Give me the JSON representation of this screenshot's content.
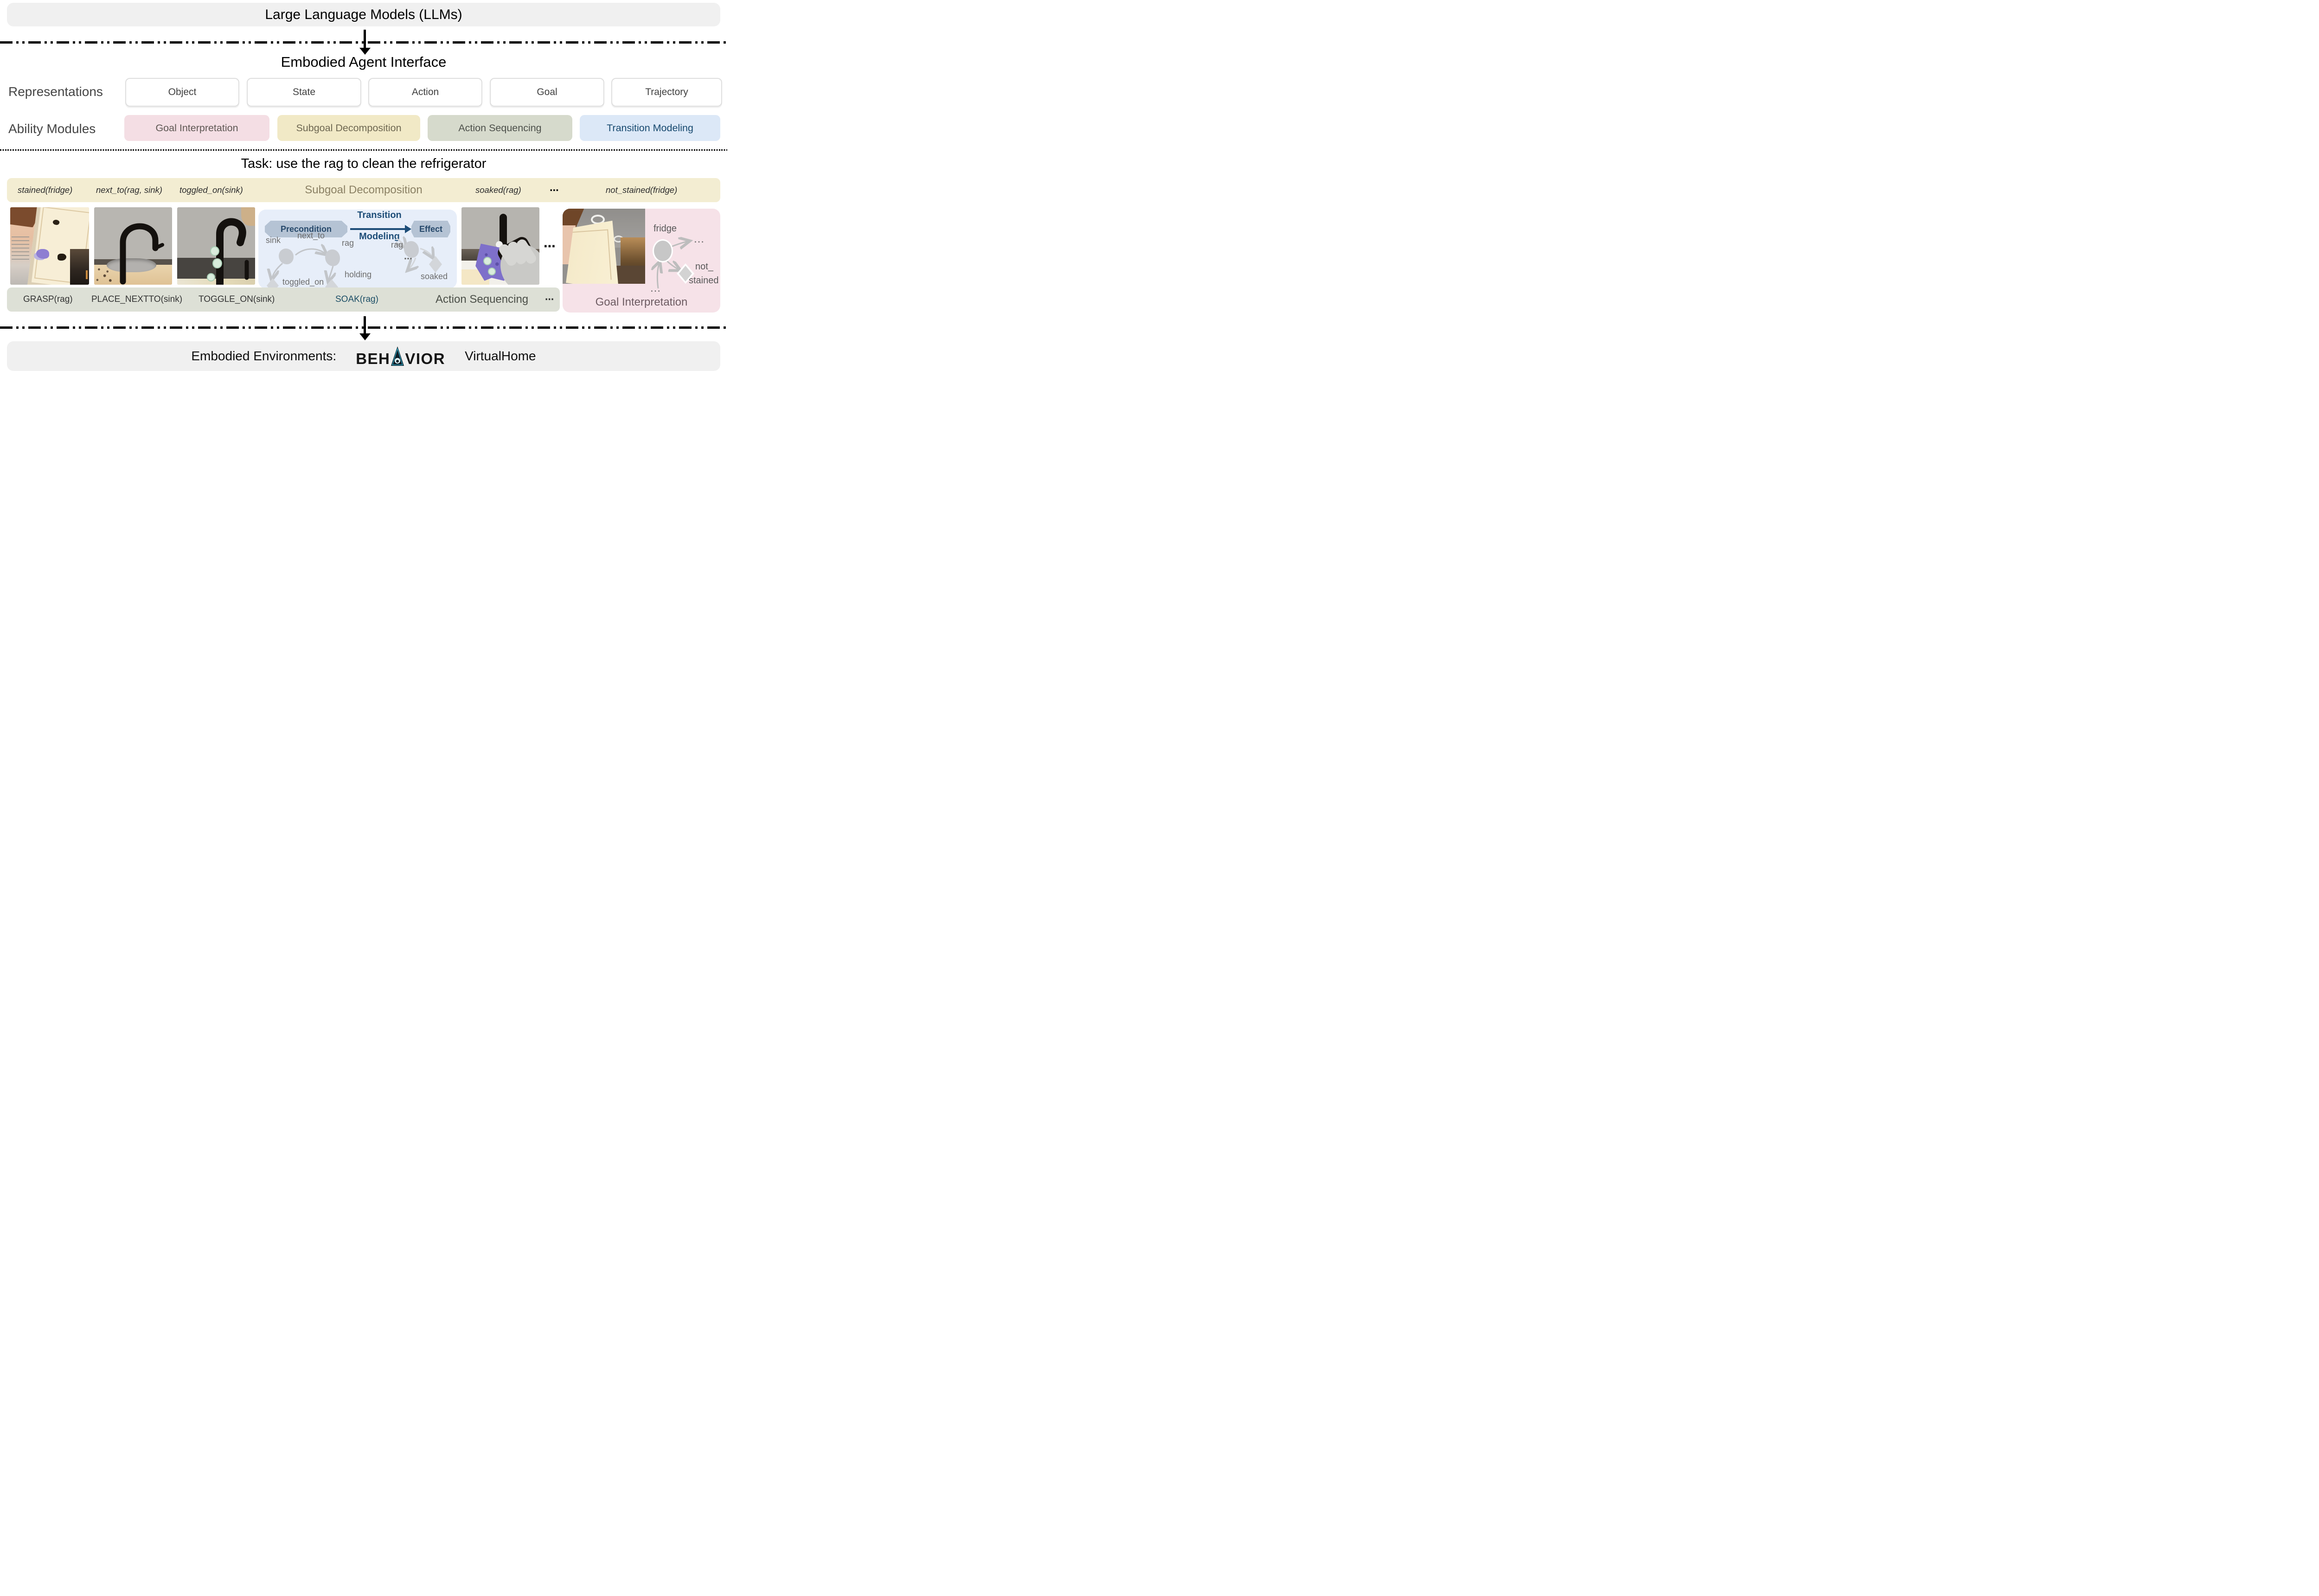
{
  "llm_banner": {
    "title": "Large Language Models (LLMs)"
  },
  "interface": {
    "title": "Embodied Agent Interface",
    "representations_label": "Representations",
    "representations": [
      "Object",
      "State",
      "Action",
      "Goal",
      "Trajectory"
    ],
    "ability_modules_label": "Ability Modules",
    "ability_modules": [
      "Goal Interpretation",
      "Subgoal Decomposition",
      "Action Sequencing",
      "Transition Modeling"
    ]
  },
  "task": {
    "title": "Task: use the rag to clean the refrigerator"
  },
  "subgoal_banner": {
    "label": "Subgoal Decomposition",
    "predicates_left": [
      "stained(fridge)",
      "next_to(rag, sink)",
      "toggled_on(sink)"
    ],
    "predicates_right": [
      "soaked(rag)",
      "⋯",
      "not_stained(fridge)"
    ]
  },
  "transition_panel": {
    "label_top": "Transition",
    "label_bottom": "Modeling",
    "precondition": "Precondition",
    "effect": "Effect",
    "precondition_graph": {
      "sink": "sink",
      "next_to": "next_to",
      "rag": "rag",
      "toggled_on": "toggled_on",
      "holding": "holding"
    },
    "effect_graph": {
      "rag": "rag",
      "ellipsis": "⋯",
      "soaked": "soaked"
    }
  },
  "action_banner": {
    "label": "Action Sequencing",
    "actions": [
      "GRASP(rag)",
      "PLACE_NEXTTO(sink)",
      "TOGGLE_ON(sink)"
    ],
    "soak_action": "SOAK(rag)",
    "ellipsis": "⋯"
  },
  "photo_row": {
    "ellipsis": "⋯"
  },
  "goal_panel": {
    "label": "Goal Interpretation",
    "graph": {
      "fridge": "fridge",
      "ellipsis_top": "…",
      "ellipsis_bottom": "…",
      "not_line1": "not_",
      "not_line2": "stained"
    }
  },
  "environments": {
    "prefix": "Embodied Environments:",
    "behavior_prefix": "BEH",
    "behavior_suffix": "VIOR",
    "virtualhome": "VirtualHome"
  },
  "colors": {
    "banner_gray": "#f0f0f0",
    "subgoal_yellow": "#f3edd2",
    "action_gray_green": "#dde0d6",
    "goal_pink": "#f6e2e8",
    "transition_blue": "#e7eef9",
    "module_pink": "#f4dee4",
    "module_yellow": "#f1e9c6",
    "module_gray": "#d6dacc",
    "module_blue": "#dce8f7",
    "transition_text_blue": "#1d4d78",
    "connector_blue": "#4a8fd3"
  }
}
